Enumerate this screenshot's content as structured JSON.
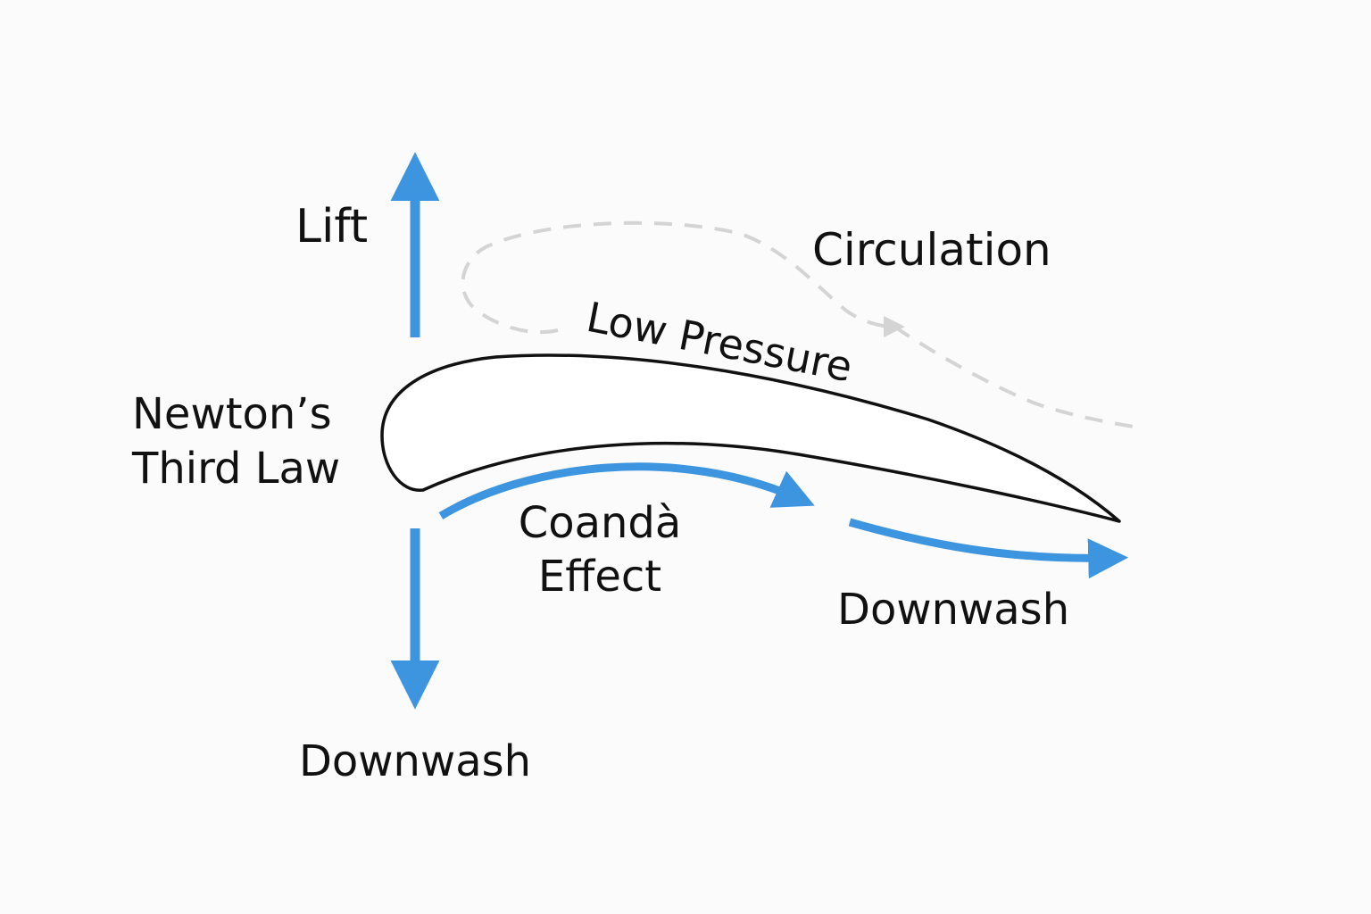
{
  "colors": {
    "background": "#fbfbfb",
    "flow_arrow": "#3d95e0",
    "circulation": "#d4d4d4",
    "airfoil_outline": "#111111",
    "airfoil_fill": "#ffffff",
    "text": "#111111"
  },
  "labels": {
    "lift": "Lift",
    "circulation": "Circulation",
    "low_pressure": "Low Pressure",
    "newtons_line1": "Newton’s",
    "newtons_line2": "Third Law",
    "coanda_line1": "Coandà",
    "coanda_line2": "Effect",
    "downwash_right": "Downwash",
    "downwash_bottom": "Downwash"
  },
  "icons": {
    "lift": "arrow-up-icon",
    "downwash": "arrow-down-icon",
    "coanda_flow": "curved-arrow-right-icon",
    "downwash_flow": "arrow-right-icon",
    "circulation": "dashed-loop-arrow-icon"
  }
}
